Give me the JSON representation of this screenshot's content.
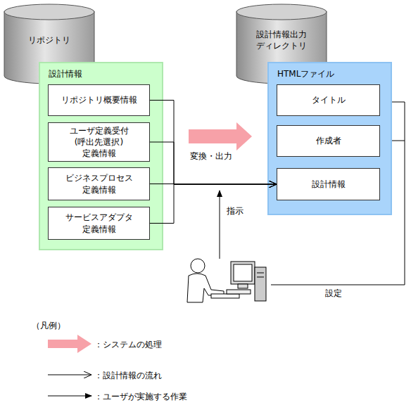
{
  "diagram": {
    "nodes": [
      {
        "text": [
          "リポジトリ"
        ]
      },
      {
        "text": [
          "設計情報"
        ]
      },
      {
        "text": [
          "リポジトリ概要情報"
        ],
        "in": 1
      },
      {
        "text": [
          "ユーザ定義受付 (呼出先選択) 定義情報"
        ],
        "in": 1
      },
      {
        "text": [
          "ビジネスプロセス 定義情報"
        ],
        "in": 1
      },
      {
        "text": [
          "サービスアダプタ 定義情報"
        ],
        "in": 1
      },
      {
        "text": [
          "設計情報出力 ディレクトリ"
        ]
      },
      {
        "text": [
          "HTMLファイル"
        ]
      },
      {
        "text": [
          "タイトル"
        ],
        "in": 7
      },
      {
        "text": [
          "作成者"
        ],
        "in": 7
      },
      {
        "text": [
          "設計情報"
        ],
        "in": 7
      }
    ],
    "edges": [
      {
        "from": 2,
        "to": 10,
        "arrow": "to"
      },
      {
        "from": 3,
        "to": 10,
        "arrow": "to"
      },
      {
        "from": 4,
        "to": 10,
        "arrow": "to"
      },
      {
        "from": 5,
        "to": 10,
        "arrow": "to"
      }
    ],
    "labels": [
      "変換・出力",
      "指示",
      "設定",
      "（凡例）"
    ],
    "legend": [
      {
        "text": "：システムの処理",
        "color": "#f7a1a8"
      },
      {
        "text": "：設計情報の流れ"
      },
      {
        "text": "：ユーザが実施する作業"
      }
    ]
  }
}
